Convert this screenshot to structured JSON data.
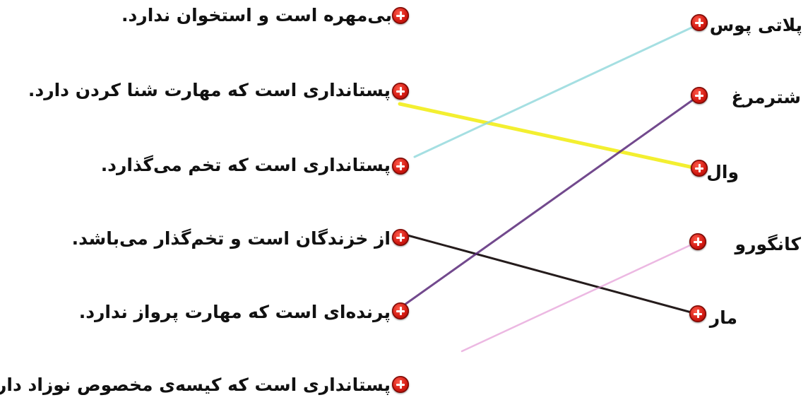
{
  "definitions": [
    {
      "text": "بی‌مهره است و استخوان ندارد."
    },
    {
      "text": "پستانداری است که مهارت شنا کردن دارد."
    },
    {
      "text": "پستانداری است که تخم می‌گذارد."
    },
    {
      "text": "از خزندگان است و تخم‌گذار می‌باشد."
    },
    {
      "text": "پرنده‌ای است که مهارت پرواز ندارد."
    },
    {
      "text": "پستانداری است که کیسه‌ی مخصوص نوزاد دارد."
    }
  ],
  "animals": [
    {
      "text": "پلاتی پوس"
    },
    {
      "text": "شترمرغ"
    },
    {
      "text": "وال"
    },
    {
      "text": "کانگورو"
    },
    {
      "text": "مار"
    }
  ],
  "connections": [
    {
      "from": 1,
      "to": 2,
      "color": "#f2ee1a"
    },
    {
      "from": 2,
      "to": 0,
      "color": "#8fd8dc"
    },
    {
      "from": 3,
      "to": 4,
      "color": "#1a1010"
    },
    {
      "from": 4,
      "to": 1,
      "color": "#5a2a7a"
    },
    {
      "from": 5,
      "to": 3,
      "color": "#e08ad0"
    }
  ],
  "colors": {
    "dot": "#d01810",
    "text": "#111111",
    "background": "#ffffff"
  }
}
